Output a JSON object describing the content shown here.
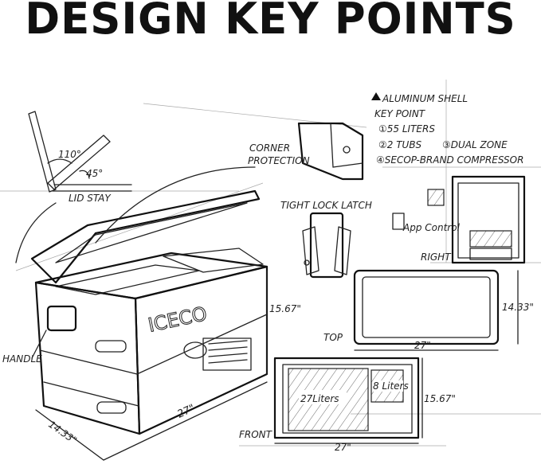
{
  "title": "DESIGN KEY POINTS",
  "notes": {
    "material": "ALUMINUM SHELL",
    "heading": "KEY POINT",
    "items": [
      "①55 LITERS",
      "②2 TUBS",
      "③DUAL ZONE",
      "④SECOP-BRAND COMPRESSOR"
    ]
  },
  "labels": {
    "corner_protection_1": "CORNER",
    "corner_protection_2": "PROTECTION",
    "lid_stay": "LID STAY",
    "angle_open": "110°",
    "angle_stay": "45°",
    "tight_lock_latch": "TIGHT LOCK LATCH",
    "app_control": "App Control",
    "right": "RIGHT",
    "top": "TOP",
    "front": "FRONT",
    "handle": "HANDLE",
    "brand": "ICECO"
  },
  "dimensions": {
    "height": "15.67\"",
    "length": "27\"",
    "depth": "14.33\"",
    "top_width": "27\"",
    "top_depth": "14.33\"",
    "front_width": "27\"",
    "front_height": "15.67\""
  },
  "zones": {
    "large": "27Liters",
    "small": "8 Liters"
  }
}
